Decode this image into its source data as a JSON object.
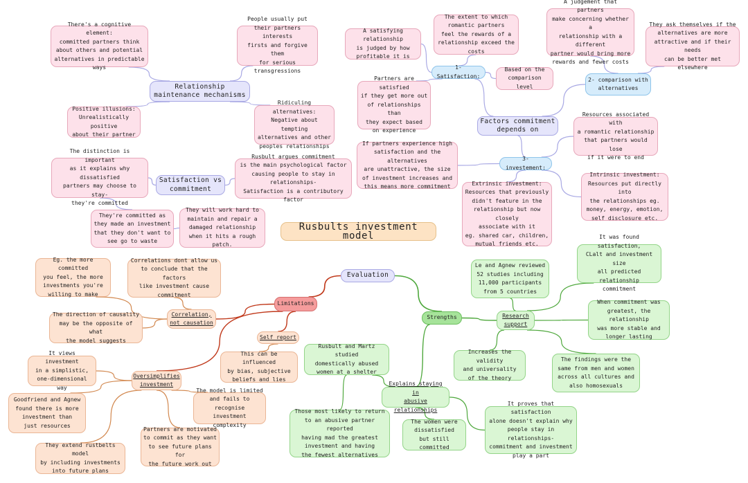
{
  "title": "Rusbults investment model",
  "relationship_maintenance": {
    "label": "Relationship\nmaintenance mechanisms",
    "cognitive": "There's a cognitive element:\ncommitted partners think\nabout others and potential\nalternatives in predictable ways",
    "interests": "People usually put\ntheir partners interests\nfirsts and forgive them\nfor serious transgressions",
    "illusions": "Positive illusions:\nUnrealistically positive\nabout their partner",
    "ridiculing": "Ridiculing alternatives:\nNegative about tempting\nalternatives and other\npeoples relationships"
  },
  "satisfaction_vs_commitment": {
    "label": "Satisfaction vs\ncommitment",
    "distinction": "The distinction is important\nas it explains why dissatisfied\npartners may choose to stay-\nthey're committed",
    "rusbult_argues": "Rusbult argues commitment\nis the main psychological factor\ncausing people to stay in relationships-\nSatisfaction is a contributory factor",
    "investment": "They're committed as\nthey made an investment\nthat they don't want to\nsee go to waste",
    "work_hard": "They will work hard to\nmaintain and repair a\ndamaged relationship\nwhen it hits a rough patch."
  },
  "factors": {
    "label": "Factors commitment\ndepends on",
    "satisfaction": {
      "label": "1- Satisfaction:",
      "satisfying": "A satisfying relationship\nis judged by how\nprofitable it is",
      "extent": "The extent to which\nromantic partners\nfeel the rewards of a\nrelationship exceed the costs",
      "based_on": "Based on the\ncomparison level",
      "partners": "Partners are satisfied\nif they get more out\nof relationships than\nthey expect based\non experience"
    },
    "comparison": {
      "label": "2- comparison with\nalternatives",
      "judgement": "A judgement that partners\nmake concerning whether a\nrelationship with a different\npartner would bring more\nrewards and fewer costs",
      "ask": "They ask themselves if the\nalternatives are more\nattractive and if their needs\ncan be better met elsewhere"
    },
    "investment": {
      "label": "3- investement:",
      "resources": "Resources associated with\na romantic relationship\nthat partners would lose\nif it were to end",
      "if_partners": "If partners experience high\nsatisfaction and the alternatives\nare unattractive, the size\nof investment increases and\nthis means more commitment",
      "intrinsic": "Intrinsic investment:\nResources put directly into\nthe relationships eg.\nmoney, energy, emotion,\nself disclosure etc.",
      "extrinsic": "Extrinsic investment:\nResources that previously\ndidn't feature in the\nrelationship but now closely\nassociate with it\neg. shared car, children,\nmutual friends etc."
    }
  },
  "evaluation": {
    "label": "Evaluation",
    "limitations": {
      "label": "Limitations",
      "correlation": {
        "label": "Correlation,\nnot causation",
        "more_committed": "Eg. the more committed\nyou feel, the more\ninvestments you're\nwilling to make",
        "dont_allow": "Correlations dont allow us\nto conclude that the factors\nlike investment cause\ncommitment",
        "direction": "The direction of causality\nmay be the opposite of what\nthe model suggests"
      },
      "self_report": {
        "label": "Self report",
        "bias": "This can be influenced\nby bias, subjective\nbeliefs and lies"
      },
      "oversimplifies": {
        "label": "Oversimplifies\ninvestment",
        "simplistic": "It views investment\nin a simplistic,\none-dimensional way",
        "goodfriend": "Goodfriend and Agnew\nfound there is more\ninvestment than\njust resources",
        "limited": "The model is limited\nand fails to recognise\ninvestment complexity",
        "motivated": "Partners are motivated\nto commit as they want\nto see future plans for\nthe future work out",
        "extend": "They extend rustbelts model\nby including investments\ninto future plans"
      }
    },
    "strengths": {
      "label": "Strengths",
      "research": {
        "label": "Research\nsupport",
        "le_agnew": "Le and Agnew reviewed\n52 studies including\n11,000 participants\nfrom 5 countries",
        "found": "It was found satisfaction,\nCLalt and investment size\nall predicted relationship\ncommitment",
        "when_commitment": "When commitment was\ngreatest, the relationship\nwas more stable and\nlonger lasting",
        "validity": "Increases the validity\nand universality\nof the theory",
        "findings": "The findings were the\nsame from men and women\nacross all cultures and\nalso homosexuals"
      },
      "abusive": {
        "label": "Explains staying in\nabusive relationships",
        "rusbult_martz": "Rusbult and Martz studied\ndomestically abused\nwomen at a shelter",
        "most_likely": "Those most likely to return\nto an abusive partner reported\nhaving mad the greatest\ninvestment and having\nthe fewest alternatives",
        "dissatisfied": "The women were\ndissatisfied\nbut still committed",
        "proves": "It proves that satisfaction\nalone doesn't explain why\npeople stay in relationships-\ncommitment and investment\nplay a part"
      }
    }
  },
  "colors": {
    "red_branch": "#c0391b",
    "green_branch": "#4fa83d",
    "purple_branch": "#a9a9e4",
    "orange_line": "#d2884f"
  }
}
